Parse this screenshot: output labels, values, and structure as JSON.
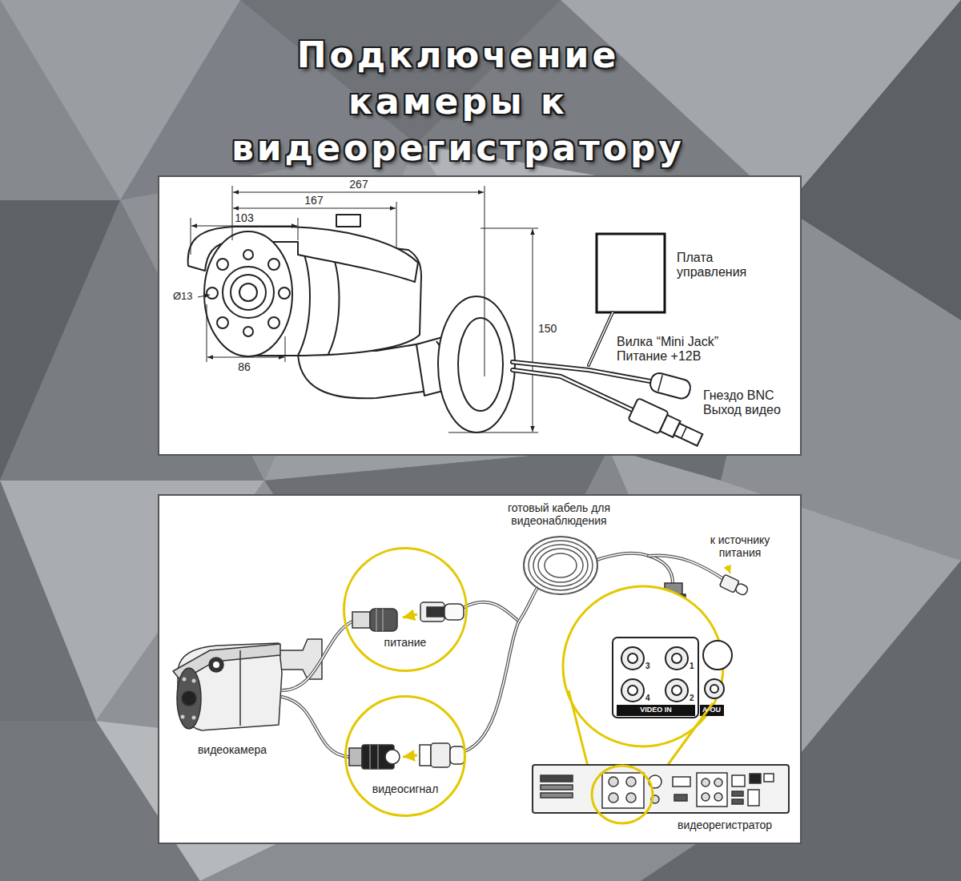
{
  "diagram": {
    "title": "Подключение камеры к видеорегистратору",
    "nodes": [
      {
        "text": [
          "питание"
        ]
      },
      {
        "text": [
          "видеосигнал"
        ]
      }
    ],
    "labels": [
      "267",
      "167",
      "103",
      "Ø13",
      "86",
      "150",
      "Плата управления",
      "Вилка “Mini Jack” Питание +12В",
      "Гнездо BNC Выход видео",
      "готовый кабель для видеонаблюдения",
      "к источнику питания",
      "видеокамера",
      "3",
      "1",
      "4",
      "2",
      "VIDEO IN",
      "A-OU",
      "видеорегистратор"
    ]
  }
}
